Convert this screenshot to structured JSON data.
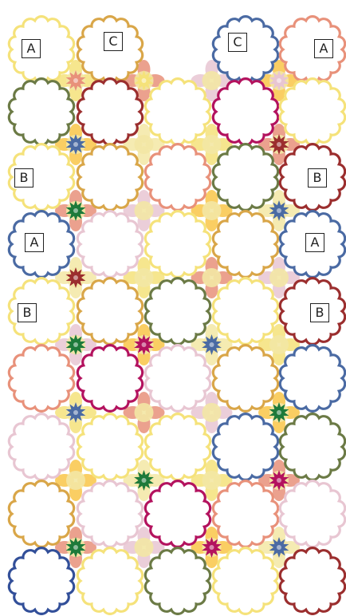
{
  "pattern": {
    "palette": {
      "yellow": "#f5e27a",
      "mustard": "#d9a648",
      "salmon": "#e8917a",
      "pink": "#e8c6d2",
      "olive": "#6b7a45",
      "maroon": "#9b2e2e",
      "magenta": "#b3125e",
      "blue": "#4a6aa3",
      "navy": "#324f99",
      "green": "#1d7a3a",
      "gold": "#f9c648",
      "cream": "#f3e7a4"
    },
    "labels": {
      "a": "A",
      "b": "B",
      "c": "C"
    }
  }
}
